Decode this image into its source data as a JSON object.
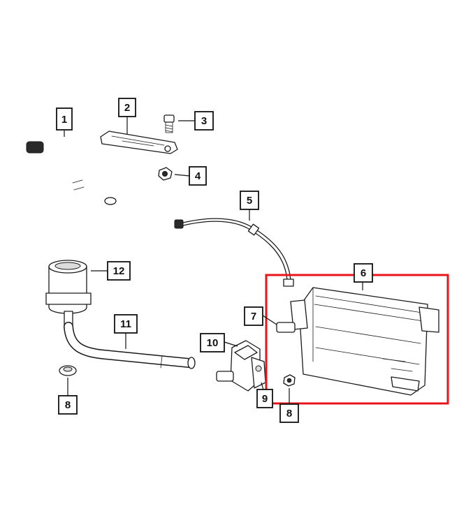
{
  "callouts": [
    {
      "id": "c1",
      "label": "1"
    },
    {
      "id": "c2",
      "label": "2"
    },
    {
      "id": "c3",
      "label": "3"
    },
    {
      "id": "c4",
      "label": "4"
    },
    {
      "id": "c5",
      "label": "5"
    },
    {
      "id": "c6",
      "label": "6"
    },
    {
      "id": "c7",
      "label": "7"
    },
    {
      "id": "c8a",
      "label": "8"
    },
    {
      "id": "c8b",
      "label": "8"
    },
    {
      "id": "c9",
      "label": "9"
    },
    {
      "id": "c10",
      "label": "10"
    },
    {
      "id": "c11",
      "label": "11"
    },
    {
      "id": "c12",
      "label": "12"
    }
  ],
  "highlight_color": "#e8151b"
}
